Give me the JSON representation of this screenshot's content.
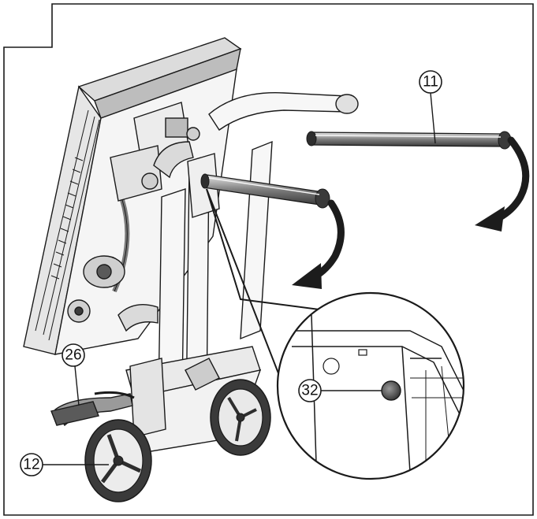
{
  "callouts": {
    "c11": {
      "label": "11"
    },
    "c26": {
      "label": "26"
    },
    "c12": {
      "label": "12"
    },
    "c32": {
      "label": "32"
    }
  },
  "colors": {
    "line": "#1a1a1a",
    "part_dark": "#3a3a3a",
    "part_mid": "#8a8a8a",
    "part_light": "#d9d9d9",
    "arrow": "#1c1c1c",
    "background": "#ffffff"
  }
}
